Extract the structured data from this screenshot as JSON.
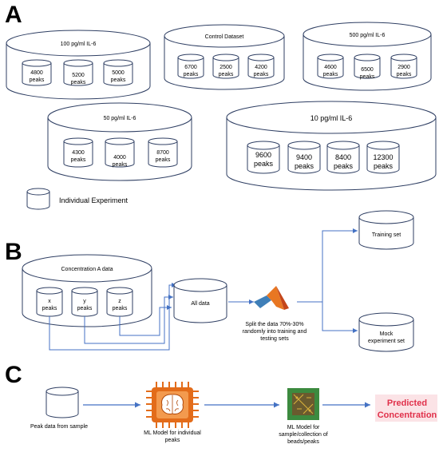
{
  "panels": {
    "A": {
      "label": "A",
      "datasets": [
        {
          "title": "100 pg/ml IL-6",
          "experiments": [
            [
              "4800",
              "peaks"
            ],
            [
              "5200",
              "peaks"
            ],
            [
              "5000",
              "peaks"
            ]
          ]
        },
        {
          "title": "Control Dataset",
          "experiments": [
            [
              "6700",
              "peaks"
            ],
            [
              "2500",
              "peaks"
            ],
            [
              "4200",
              "peaks"
            ]
          ]
        },
        {
          "title": "500 pg/ml IL-6",
          "experiments": [
            [
              "4600",
              "peaks"
            ],
            [
              "6500",
              "peaks"
            ],
            [
              "2900",
              "peaks"
            ]
          ]
        },
        {
          "title": "50 pg/ml IL-6",
          "experiments": [
            [
              "4300",
              "peaks"
            ],
            [
              "4000",
              "peaks"
            ],
            [
              "8700",
              "peaks"
            ]
          ]
        },
        {
          "title": "10 pg/ml IL-6",
          "experiments": [
            [
              "9600",
              "peaks"
            ],
            [
              "9400",
              "peaks"
            ],
            [
              "8400",
              "peaks"
            ],
            [
              "12300",
              "peaks"
            ]
          ]
        }
      ],
      "legend": "Individual Experiment"
    },
    "B": {
      "label": "B",
      "source_title": "Concentration A data",
      "experiments": [
        [
          "x",
          "peaks"
        ],
        [
          "y",
          "peaks"
        ],
        [
          "z",
          "peaks"
        ]
      ],
      "all_data": "All data",
      "split_text": [
        "Split the data 70%-30%",
        "randomly into training and",
        "testing sets"
      ],
      "training": "Training set",
      "mock": [
        "Mock",
        "experiment set"
      ]
    },
    "C": {
      "label": "C",
      "peak_data": "Peak data from sample",
      "ml_individual": [
        "ML Model for individual",
        "peaks"
      ],
      "ml_sample": [
        "ML Model for",
        "sample/collection of",
        "beads/peaks"
      ],
      "predicted": [
        "Predicted",
        "Concentration"
      ]
    }
  },
  "colors": {
    "stroke": "#2f3f63",
    "arrow": "#4472c4",
    "predicted_text": "#e0304a",
    "predicted_bg": "#fbe3e6",
    "chip_orange": "#e36c1a",
    "chip_pcb": "#3c8a3f"
  },
  "icons": {
    "matlab": "matlab-logo-icon",
    "chip": "ai-chip-brain-icon",
    "board": "circuit-board-icon"
  }
}
